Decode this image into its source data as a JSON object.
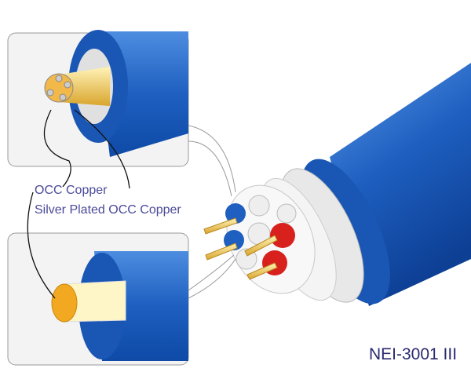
{
  "labels": {
    "occ_copper": "OCC Copper",
    "silver_plated": "Silver Plated OCC Copper"
  },
  "model": "NEI-3001 III",
  "colors": {
    "jacket": "#1e5fc0",
    "copper": "#f2b84a",
    "red_insulation": "#d8201c",
    "label_text": "#4a4a9a"
  }
}
